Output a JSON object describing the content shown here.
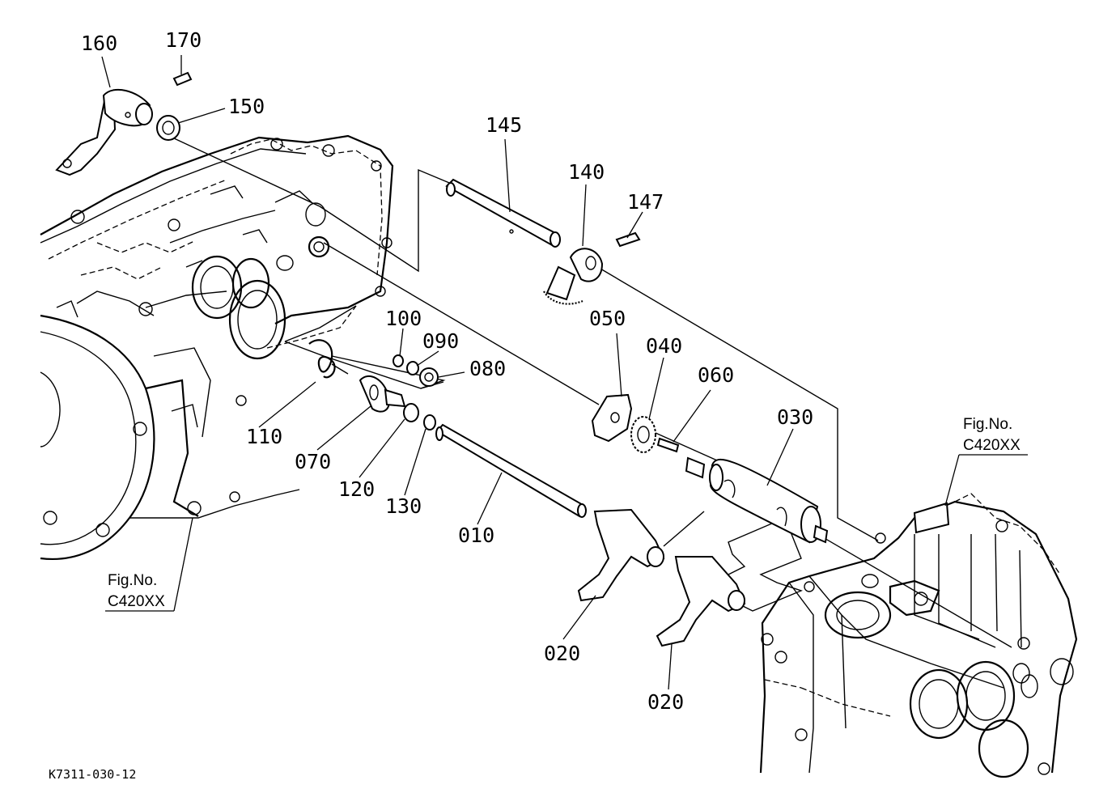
{
  "parts": [
    {
      "no": "160"
    },
    {
      "no": "170"
    },
    {
      "no": "150"
    },
    {
      "no": "145"
    },
    {
      "no": "140"
    },
    {
      "no": "147"
    },
    {
      "no": "100"
    },
    {
      "no": "090"
    },
    {
      "no": "080"
    },
    {
      "no": "050"
    },
    {
      "no": "040"
    },
    {
      "no": "060"
    },
    {
      "no": "030"
    },
    {
      "no": "110"
    },
    {
      "no": "070"
    },
    {
      "no": "120"
    },
    {
      "no": "130"
    },
    {
      "no": "010"
    },
    {
      "no": "020"
    },
    {
      "no": "020"
    }
  ],
  "fig_refs": [
    {
      "line1": "Fig.No.",
      "line2": "C420XX"
    },
    {
      "line1": "Fig.No.",
      "line2": "C420XX"
    }
  ],
  "drawing_number": "K7311-030-12"
}
